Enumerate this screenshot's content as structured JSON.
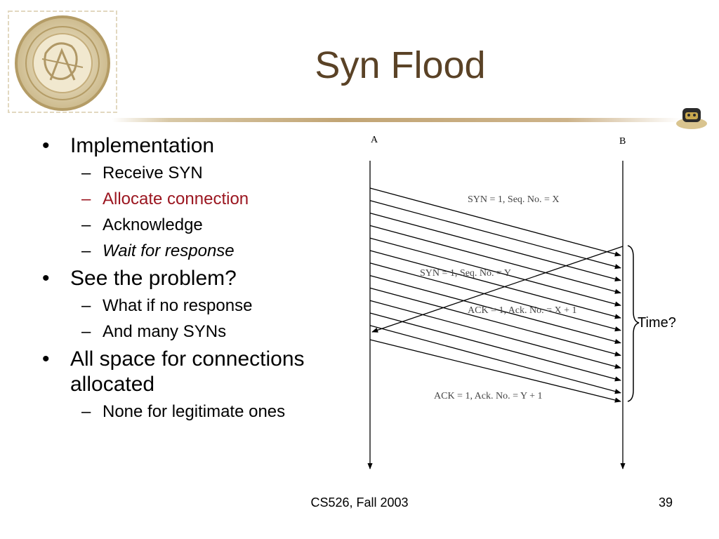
{
  "title": "Syn Flood",
  "bullets": {
    "b1": "Implementation",
    "b1_subs": [
      "Receive SYN",
      "Allocate connection",
      "Acknowledge",
      "Wait for response"
    ],
    "b2": "See the problem?",
    "b2_subs": [
      "What if no response",
      "And many SYNs"
    ],
    "b3": "All space for connections allocated",
    "b3_subs": [
      "None for legitimate ones"
    ],
    "bullet_glyph": "•",
    "dash_glyph": "–"
  },
  "diagram": {
    "host_a": "A",
    "host_b": "B",
    "syn_label": "SYN = 1,  Seq. No. = X",
    "synack_label": "SYN = 1,  Seq. No. = Y",
    "ack_label": "ACK = 1,  Ack. No. = X + 1",
    "final_ack_label": "ACK = 1,  Ack. No. = Y + 1",
    "brace_label": "Time?"
  },
  "footer": {
    "course": "CS526, Fall 2003",
    "page": "39"
  },
  "colors": {
    "title": "#5a4226",
    "highlight": "#9b1620",
    "rule": "#c2a575"
  },
  "icons": {
    "seal": "purdue-university-seal",
    "mascot": "purdue-pete-mascot-icon"
  }
}
